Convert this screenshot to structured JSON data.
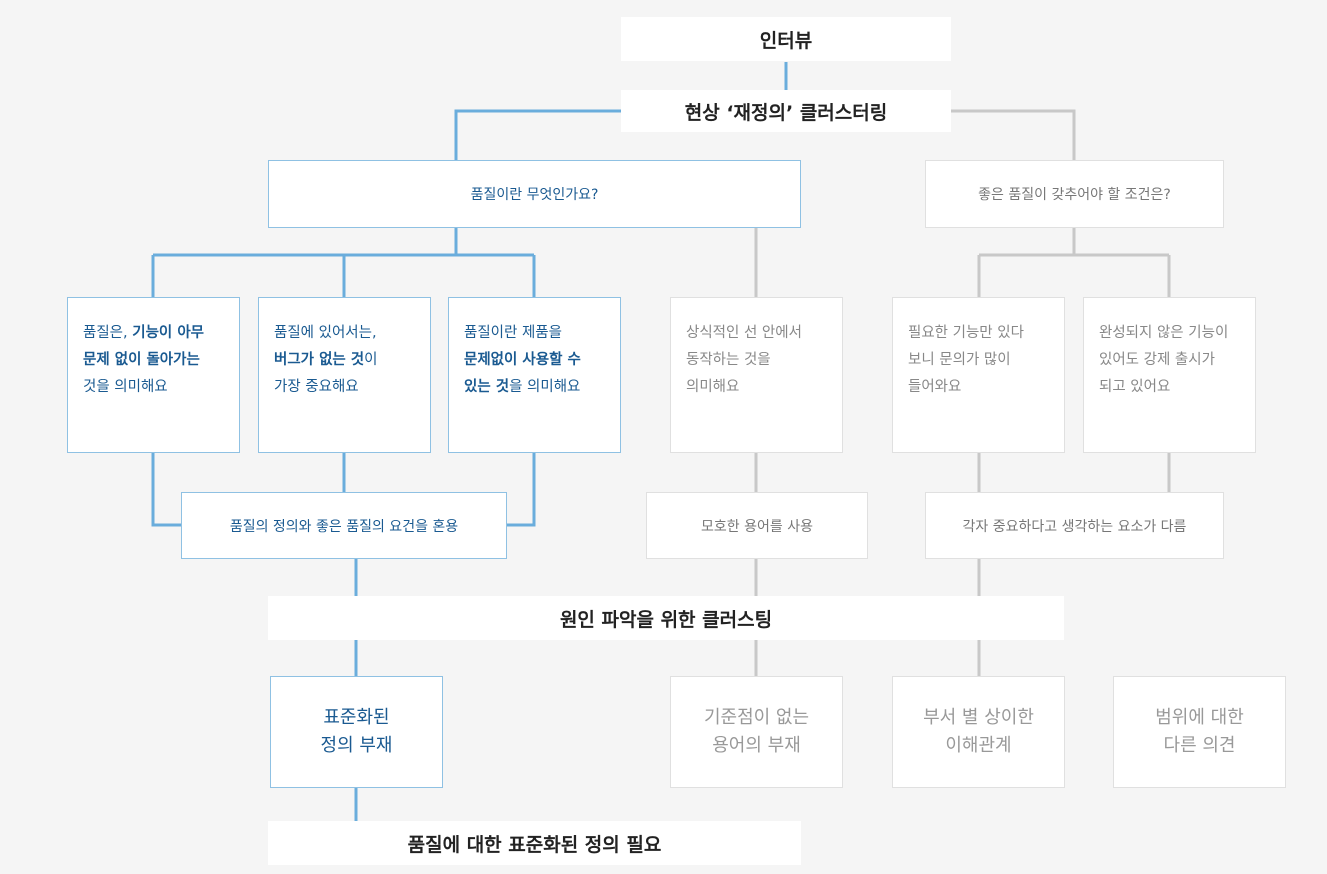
{
  "headers": {
    "interview": "인터뷰",
    "clustering": "현상 ‘재정의’ 클러스터링",
    "cause": "원인 파악을 위한 클러스팅",
    "final": "품질에 대한 표준화된 정의 필요"
  },
  "questions": {
    "what_is_quality": "품질이란 무엇인가요?",
    "conditions": "좋은 품질이 갖추어야 할 조건은?"
  },
  "answers": [
    {
      "parts": [
        [
          {
            "t": "품질은, ",
            "b": false
          },
          {
            "t": "기능이 아무",
            "b": true
          }
        ],
        [
          {
            "t": "문제 없이 돌아가는",
            "b": true
          }
        ],
        [
          {
            "t": "것을 의미해요",
            "b": false
          }
        ]
      ]
    },
    {
      "parts": [
        [
          {
            "t": "품질에 있어서는,",
            "b": false
          }
        ],
        [
          {
            "t": "버그가 없는 것",
            "b": true
          },
          {
            "t": "이",
            "b": false
          }
        ],
        [
          {
            "t": "가장 중요해요",
            "b": false
          }
        ]
      ]
    },
    {
      "parts": [
        [
          {
            "t": "품질이란 제품을",
            "b": false
          }
        ],
        [
          {
            "t": "문제없이 사용할 수",
            "b": true
          }
        ],
        [
          {
            "t": "있는 것",
            "b": true
          },
          {
            "t": "을 의미해요",
            "b": false
          }
        ]
      ]
    },
    {
      "lines": [
        "상식적인 선 안에서",
        "동작하는 것을",
        "의미해요"
      ]
    },
    {
      "lines": [
        "필요한 기능만 있다",
        "보니 문의가 많이",
        "들어와요"
      ]
    },
    {
      "lines": [
        "완성되지 않은 기능이",
        "있어도 강제 출시가",
        "되고 있어요"
      ]
    }
  ],
  "summaries": {
    "mixed": "품질의 정의와 좋은 품질의 요건을 혼용",
    "vague": "모호한 용어를 사용",
    "different": "각자 중요하다고 생각하는 요소가 다름"
  },
  "causes": [
    {
      "lines": [
        "표준화된",
        "정의 부재"
      ]
    },
    {
      "lines": [
        "기준점이 없는",
        "용어의 부재"
      ]
    },
    {
      "lines": [
        "부서 별 상이한",
        "이해관계"
      ]
    },
    {
      "lines": [
        "범위에 대한",
        "다른 의견"
      ]
    }
  ],
  "colors": {
    "blue_line": "#6aaddc",
    "gray_line": "#c8c8c8",
    "blue_text": "#1a5a91",
    "background": "#f5f5f5"
  }
}
